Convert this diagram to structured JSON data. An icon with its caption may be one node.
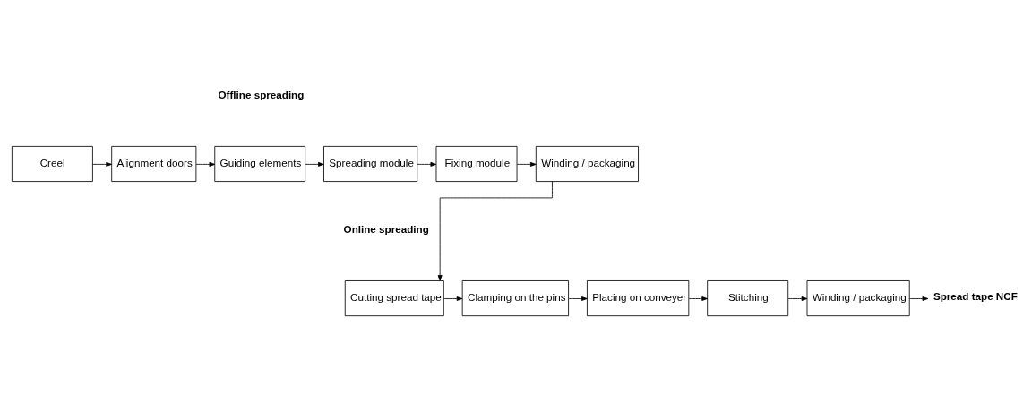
{
  "diagram": {
    "nodes": [
      {
        "text": [
          "Creel"
        ]
      },
      {
        "text": [
          "Alignment doors"
        ]
      },
      {
        "text": [
          "Guiding elements"
        ]
      },
      {
        "text": [
          "Spreading module"
        ]
      },
      {
        "text": [
          "Fixing module"
        ]
      },
      {
        "text": [
          "Winding / packaging"
        ]
      },
      {
        "text": [
          "Cutting spread tape"
        ]
      },
      {
        "text": [
          "Clamping on the pins"
        ]
      },
      {
        "text": [
          "Placing on conveyer"
        ]
      },
      {
        "text": [
          "Stitching"
        ]
      },
      {
        "text": [
          "Winding / packaging"
        ]
      },
      {
        "text": [
          "Spread tape NCF"
        ]
      }
    ],
    "edges": [
      {
        "from": 0,
        "to": 1,
        "arrow": "to"
      },
      {
        "from": 1,
        "to": 2,
        "arrow": "to"
      },
      {
        "from": 2,
        "to": 3,
        "arrow": "to"
      },
      {
        "from": 3,
        "to": 4,
        "arrow": "to"
      },
      {
        "from": 4,
        "to": 5,
        "arrow": "to"
      },
      {
        "from": 5,
        "to": 6,
        "arrow": "to"
      },
      {
        "from": 6,
        "to": 7,
        "arrow": "to"
      },
      {
        "from": 7,
        "to": 8,
        "arrow": "to"
      },
      {
        "from": 8,
        "to": 9,
        "arrow": "to"
      },
      {
        "from": 9,
        "to": 10,
        "arrow": "to"
      },
      {
        "from": 10,
        "to": 11,
        "arrow": "to"
      }
    ],
    "labels": [
      "Offline spreading",
      "Online spreading"
    ]
  }
}
